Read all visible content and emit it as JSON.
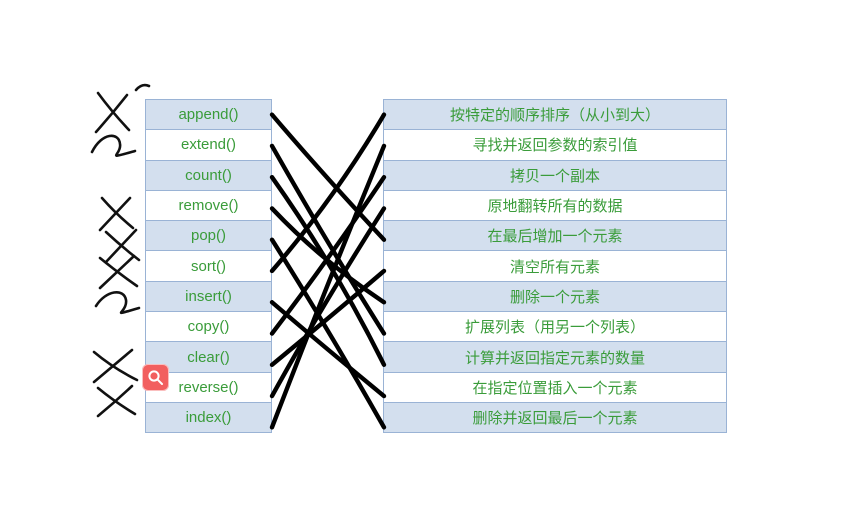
{
  "table": {
    "left_items": [
      "append()",
      "extend()",
      "count()",
      "remove()",
      "pop()",
      "sort()",
      "insert()",
      "copy()",
      "clear()",
      "reverse()",
      "index()"
    ],
    "right_items": [
      "按特定的顺序排序（从小到大）",
      "寻找并返回参数的索引值",
      "拷贝一个副本",
      "原地翻转所有的数据",
      "在最后增加一个元素",
      "清空所有元素",
      "删除一个元素",
      "扩展列表（用另一个列表）",
      "计算并返回指定元素的数量",
      "在指定位置插入一个元素",
      "删除并返回最后一个元素"
    ]
  },
  "connections": [
    [
      0,
      4
    ],
    [
      1,
      7
    ],
    [
      2,
      8
    ],
    [
      3,
      6
    ],
    [
      4,
      10
    ],
    [
      5,
      0
    ],
    [
      6,
      9
    ],
    [
      7,
      2
    ],
    [
      8,
      5
    ],
    [
      9,
      3
    ],
    [
      10,
      1
    ]
  ],
  "colors": {
    "row_alt": "#d3dfee",
    "row_plain": "#ffffff",
    "border": "#9ab3d5",
    "text": "#3a9c3a",
    "match_line": "#000000",
    "magnifier_bg": "#f25f5f"
  },
  "icons": {
    "magnifier": "search-icon",
    "handwritten_marks": "x-scribble"
  }
}
